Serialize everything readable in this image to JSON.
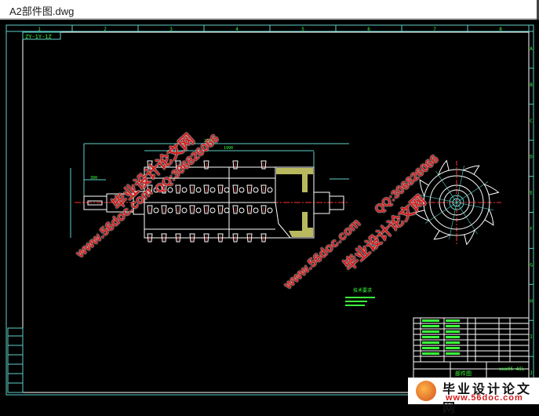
{
  "window": {
    "title": "A2部件图.dwg"
  },
  "drawing": {
    "columns": [
      "1",
      "2",
      "3",
      "4",
      "5",
      "6",
      "7",
      "8"
    ],
    "rows": [
      "A",
      "B",
      "C",
      "D",
      "E",
      "F",
      "G",
      "H",
      "I",
      "J"
    ],
    "drawing_code": "ZY-1Y-1Z",
    "tech_requirements_title": "技术要求",
    "title_block": {
      "name": "部件图",
      "code": "xxx05-4IL"
    },
    "colors": {
      "frame": "#5fd0c8",
      "lines": "#ffffff",
      "text": "#3cff3c",
      "center": "#ff3030",
      "hatch": "#f0f080"
    }
  },
  "watermarks": {
    "site_cn": "毕业设计论文网",
    "site_url": "www.56doc.com",
    "qq": "QQ:306826066"
  },
  "banner": {
    "cn": "毕业设计论文网",
    "url": "www.56doc.com"
  }
}
